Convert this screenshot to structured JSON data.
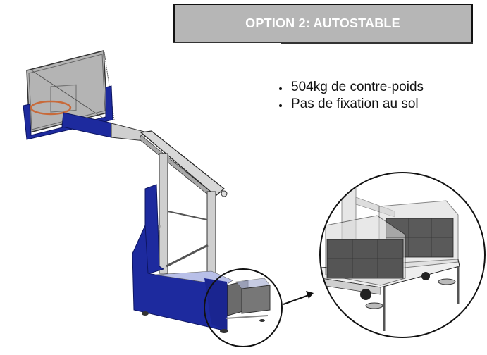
{
  "header": {
    "title": "OPTION 2: AUTOSTABLE",
    "background_color": "#b6b6b6",
    "text_color": "#ffffff"
  },
  "features": {
    "items": [
      {
        "label": "504kg de contre-poids"
      },
      {
        "label": "Pas de fixation au sol"
      }
    ]
  },
  "illustration": {
    "subject": "mobile-basketball-hoop",
    "base_color": "#1d2a9e",
    "frame_color": "#c8c8c8",
    "detail_callout": "counterweight-blocks-zoom"
  }
}
